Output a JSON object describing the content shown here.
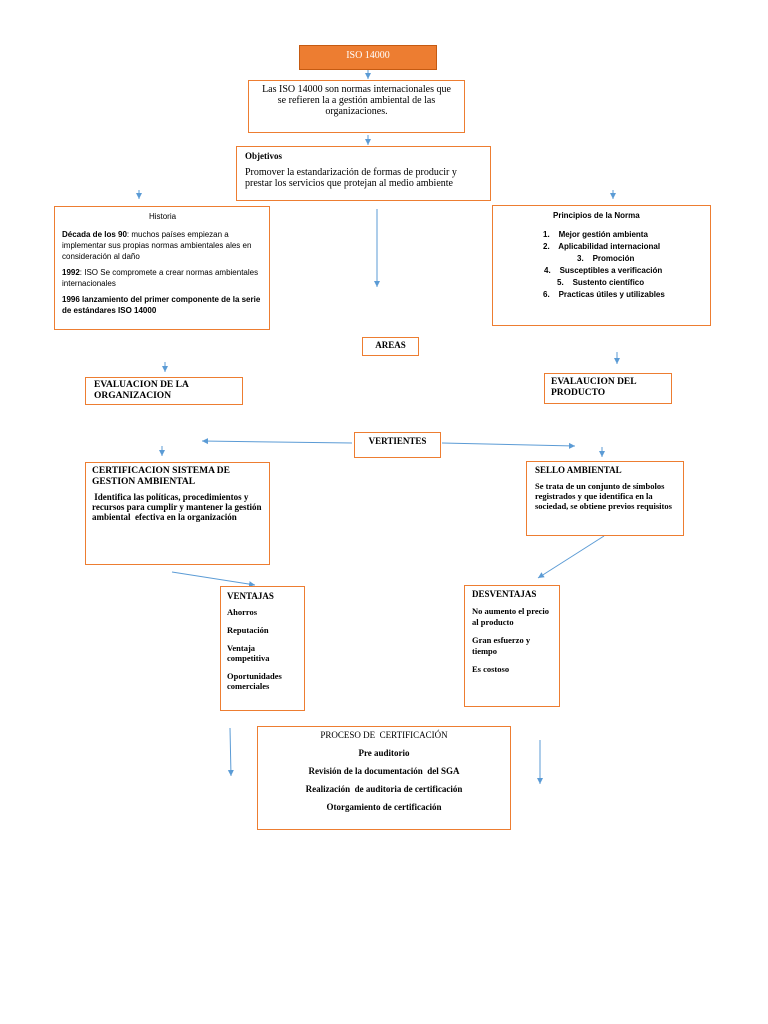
{
  "colors": {
    "title_fill": "#ed7d31",
    "border": "#ed7d31",
    "arrow": "#5b9bd5"
  },
  "title": "ISO 14000",
  "intro": "Las ISO 14000 son normas internacionales que se refieren  la a gestión ambiental  de las organizaciones.",
  "objetivos": {
    "heading": "Objetivos",
    "text": "Promover la estandarización  de formas  de producir y prestar los servicios que protejan  al medio ambiente"
  },
  "historia": {
    "heading": "Historia",
    "p1_bold": "Década de los 90",
    "p1_rest": ": muchos países empiezan a implementar sus propias normas ambientales ales en consideración al daño",
    "p2_bold": "1992",
    "p2_rest": ": ISO Se compromete a crear normas ambientales internacionales",
    "p3": "1996 lanzamiento del primer componente  de la serie de estándares ISO 14000"
  },
  "principios": {
    "heading": "Principios de la Norma",
    "items": [
      "1.    Mejor gestión ambienta",
      "2.    Aplicabilidad internacional",
      "3.    Promoción",
      "4.    Susceptibles a verificación",
      "5.    Sustento científico",
      "6.    Practicas útiles y utilizables"
    ]
  },
  "areas": "AREAS",
  "eval_org": "EVALUACION DE LA ORGANIZACION",
  "eval_prod": "EVALAUCION DEL PRODUCTO",
  "vertientes": "VERTIENTES",
  "certificacion": {
    "heading": "CERTIFICACION SISTEMA DE GESTION AMBIENTAL",
    "text": " Identifica las políticas, procedimientos y recursos para cumplir y mantener la gestión ambiental  efectiva en la organización"
  },
  "sello": {
    "heading": "SELLO AMBIENTAL",
    "text": "Se trata  de un conjunto  de símbolos  registrados y que identifica en la sociedad, se obtiene previos requisitos"
  },
  "ventajas": {
    "heading": "VENTAJAS",
    "items": [
      "Ahorros",
      "Reputación",
      "Ventaja competitiva",
      "Oportunidades comerciales"
    ]
  },
  "desventajas": {
    "heading": "DESVENTAJAS",
    "items": [
      "No aumento el precio al producto",
      "Gran esfuerzo y tiempo",
      "Es costoso"
    ]
  },
  "proceso": {
    "heading": "PROCESO DE  CERTIFICACIÓN",
    "items": [
      "Pre auditorio",
      "Revisión de la documentación  del SGA",
      "Realización  de auditoria de certificación",
      "Otorgamiento de certificación"
    ]
  }
}
